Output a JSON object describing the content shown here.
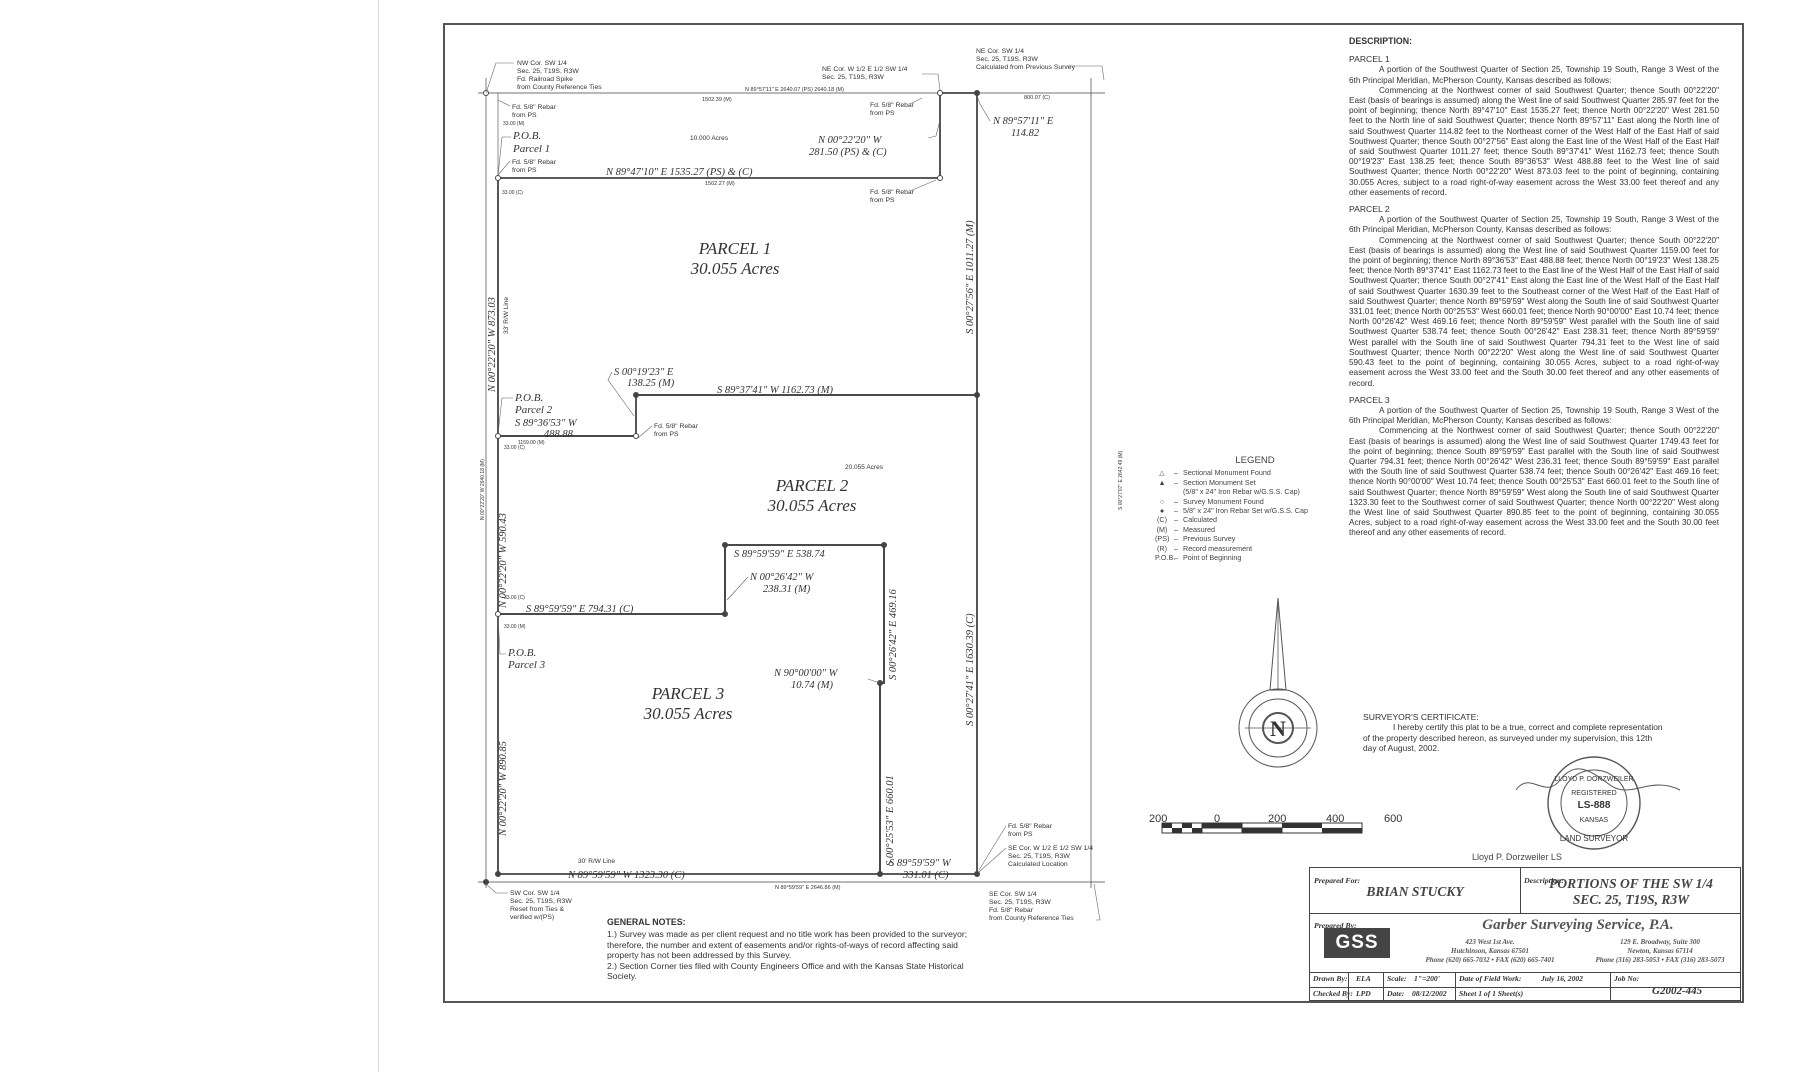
{
  "plat": {
    "parcels": [
      {
        "title": "PARCEL 1",
        "acres": "30.055 Acres"
      },
      {
        "title": "PARCEL 2",
        "acres": "30.055 Acres"
      },
      {
        "title": "PARCEL 3",
        "acres": "30.055 Acres"
      }
    ],
    "pob": [
      {
        "label": "P.O.B.",
        "parcel": "Parcel 1"
      },
      {
        "label": "P.O.B.",
        "parcel": "Parcel 2"
      },
      {
        "label": "P.O.B.",
        "parcel": "Parcel 3"
      }
    ],
    "bearings": {
      "p1_south": "N 89°47'10\" E  1535.27 (PS) & (C)",
      "p1_ne_n": "N 00°22'20\" W",
      "p1_ne_n_dist": "281.50 (PS) & (C)",
      "ne_east": "N 89°57'11\" E",
      "ne_east_dist": "114.82",
      "east_1011": "S 00°27'56\" E  1011.27 (M)",
      "west_873": "N 00°22'20\" W  873.03",
      "p2_jog": "S 00°19'23\" E",
      "p2_jog_dist": "138.25 (M)",
      "p2_north": "S 89°37'41\" W   1162.73 (M)",
      "p2_west": "S 89°36'53\" W",
      "p2_west_dist": "488.88",
      "west_590": "N 00°22'20\" W  590.43",
      "p3_top": "S 89°59'59\" E   538.74",
      "p3_jog": "N 00°26'42\" W",
      "p3_jog_dist": "238.31 (M)",
      "p3_left": "S 89°59'59\" E   794.31 (C)",
      "p3_right_vert": "S 00°26'42\" E  469.16",
      "p3_small": "N 90°00'00\" W",
      "p3_small_dist": "10.74 (M)",
      "east_1630": "S 00°27'41\" E  1630.39 (C)",
      "p3_east_660": "S 00°25'53\" E  660.01",
      "west_890": "N 00°22'20\" W  890.85",
      "south_1323": "N 89°59'59\" W   1323.30 (C)",
      "south_331_b": "S 89°59'59\" W",
      "south_331": "331.01 (C)",
      "north_top": "N 89°57'11\" E  2640.07 (PS) 2640.18 (M)",
      "south_bottom": "N 89°59'59\" E  2646.86 (M)",
      "top_1502": "1502.39 (M)",
      "top_1502b": "1502.27 (M)",
      "ne_0807": "800.07 (C)",
      "w_1159": "1159.00 (M)",
      "r_2642": "S 00°27'07\" E  2642.49 (M)",
      "l_2640": "N 00°22'20\" W  2640.18 (M)",
      "p2_ft": "20.055 Acres",
      "p1_ft": "10.000 Acres"
    },
    "corners": {
      "nw": [
        "NW Cor. SW 1/4",
        "Sec. 25, T19S, R3W",
        "Fd. Railroad Spike",
        "from County Reference Ties"
      ],
      "ne_w": [
        "NE Cor. W 1/2 E 1/2 SW 1/4",
        "Sec. 25, T19S, R3W"
      ],
      "ne": [
        "NE Cor. SW 1/4",
        "Sec. 25, T19S, R3W",
        "Calculated from Previous Survey"
      ],
      "sw": [
        "SW Cor. SW 1/4",
        "Sec. 25, T19S, R3W",
        "Reset from Ties &",
        "verified w/(PS)"
      ],
      "se": [
        "SE Cor. SW 1/4",
        "Sec. 25, T19S, R3W",
        "Fd. 5/8\" Rebar",
        "from County Reference Ties"
      ],
      "se_w": [
        "SE Cor. W 1/2 E 1/2 SW 1/4",
        "Sec. 25, T19S, R3W",
        "Calculated Location"
      ]
    },
    "rebar": {
      "fd": "Fd. 5/8\" Rebar",
      "from_ps": "from PS"
    },
    "rw_line": "33' R/W Line",
    "rw_line_30": "30' R/W Line",
    "small_33": "33.00 (C)",
    "small_33m": "33.00 (M)",
    "scale": {
      "ticks": [
        "200",
        "0",
        "200",
        "400",
        "600"
      ]
    },
    "north_letter": "N"
  },
  "legend": {
    "title": "LEGEND",
    "items": [
      {
        "sym": "△",
        "text": "Sectional Monument Found"
      },
      {
        "sym": "▲",
        "text": "Section Monument Set"
      },
      {
        "sym": "",
        "text": "(5/8\" x 24\" Iron Rebar w/G.S.S. Cap)"
      },
      {
        "sym": "○",
        "text": "Survey Monument Found"
      },
      {
        "sym": "●",
        "text": "5/8\" x 24\" Iron Rebar Set w/G.S.S. Cap"
      },
      {
        "sym": "(C)",
        "text": "Calculated"
      },
      {
        "sym": "(M)",
        "text": "Measured"
      },
      {
        "sym": "(PS)",
        "text": "Previous Survey"
      },
      {
        "sym": "(R)",
        "text": "Record measurement"
      },
      {
        "sym": "P.O.B.",
        "text": "Point of Beginning"
      }
    ]
  },
  "description": {
    "title": "DESCRIPTION:",
    "parcels": [
      {
        "head": "PARCEL 1",
        "body": "A portion of the Southwest Quarter of Section 25, Township 19 South, Range 3 West of the 6th Principal Meridian, McPherson County, Kansas described as follows:",
        "body2": "Commencing at the Northwest corner of said Southwest Quarter; thence South 00°22'20\" East (basis of bearings is assumed) along the West line of said Southwest Quarter 285.97 feet for the point of beginning; thence North 89°47'10\" East 1535.27 feet; thence North 00°22'20\" West 281.50 feet to the North line of said Southwest Quarter; thence North 89°57'11\" East along the North line of said Southwest Quarter 114.82 feet to the Northeast corner of the West Half of the East Half of said Southwest Quarter; thence South 00°27'56\" East along the East line of the West Half of the East Half of said Southwest Quarter 1011.27 feet; thence South 89°37'41\" West 1162.73 feet; thence South 00°19'23\" East 138.25 feet; thence South 89°36'53\" West 488.88 feet to the West line of said Southwest Quarter; thence North 00°22'20\" West 873.03 feet to the point of beginning, containing 30.055 Acres, subject to a road right-of-way easement across the West 33.00 feet thereof and any other easements of record."
      },
      {
        "head": "PARCEL 2",
        "body": "A portion of the Southwest Quarter of Section 25, Township 19 South, Range 3 West of the 6th Principal Meridian, McPherson County, Kansas described as follows:",
        "body2": "Commencing at the Northwest corner of said Southwest Quarter; thence South 00°22'20\" East (basis of bearings is assumed) along the West line of said Southwest Quarter 1159.00 feet for the point of beginning; thence North 89°36'53\" East 488.88 feet; thence North 00°19'23\" West 138.25 feet; thence North 89°37'41\" East 1162.73 feet to the East line of the West Half of the East Half of said Southwest Quarter; thence South 00°27'41\" East along the East line of the West Half of the East Half of said Southwest Quarter 1630.39 feet to the Southeast corner of the West Half of the East Half of said Southwest Quarter; thence North 89°59'59\" West along the South line of said Southwest Quarter 331.01 feet; thence North 00°25'53\" West 660.01 feet; thence North 90°00'00\" East 10.74 feet; thence North 00°26'42\" West 469.16 feet; thence North 89°59'59\" West parallel with the South line of said Southwest Quarter 538.74 feet; thence South 00°26'42\" East 238.31 feet; thence North 89°59'59\" West parallel with the South line of said Southwest Quarter 794.31 feet to the West line of said Southwest Quarter; thence North 00°22'20\" West along the West line of said Southwest Quarter 590.43 feet to the point of beginning, containing 30.055 Acres, subject to a road right-of-way easement across the West 33.00 feet and the South 30.00 feet thereof and any other easements of record."
      },
      {
        "head": "PARCEL 3",
        "body": "A portion of the Southwest Quarter of Section 25, Township 19 South, Range 3 West of the 6th Principal Meridian, McPherson County, Kansas described as follows:",
        "body2": "Commencing at the Northwest corner of said Southwest Quarter; thence South 00°22'20\" East (basis of bearings is assumed) along the West line of said Southwest Quarter 1749.43 feet for the point of beginning; thence South 89°59'59\" East parallel with the South line of said Southwest Quarter 794.31 feet; thence North 00°26'42\" West 236.31 feet; thence South 89°59'59\" East parallel with the South line of said Southwest Quarter 538.74 feet; thence South 00°26'42\" East 469.16 feet; thence North 90°00'00\" West 10.74 feet; thence South 00°25'53\" East 660.01 feet to the South line of said Southwest Quarter; thence North 89°59'59\" West along the South line of said Southwest Quarter 1323.30 feet to the Southwest corner of said Southwest Quarter; thence North 00°22'20\" West along the West line of said Southwest Quarter 890.85 feet to the point of beginning, containing 30.055 Acres, subject to a road right-of-way easement across the West 33.00 feet and the South 30.00 feet thereof and any other easements of record."
      }
    ]
  },
  "certificate": {
    "title": "SURVEYOR'S CERTIFICATE:",
    "body": "I hereby certify this plat to be a true, correct and complete representation of the property described hereon, as surveyed under my supervision, this 12th day of August, 2002."
  },
  "seal": {
    "name": "LLOYD P. DORZWEILER",
    "reg": "REGISTERED",
    "num": "LS-888",
    "state": "KANSAS",
    "role": "LAND SURVEYOR"
  },
  "surveyor_name": "Lloyd P. Dorzweiler  LS",
  "notes": {
    "title": "GENERAL NOTES:",
    "items": [
      "1.) Survey was made as per client request and no title work has been provided to the surveyor; therefore, the number and extent of easements and/or rights-of-ways of record affecting said property has not been addressed by this Survey.",
      "2.) Section Corner ties filed with County Engineers Office and with the Kansas State Historical Society."
    ]
  },
  "titleblock": {
    "prepared_for_label": "Prepared For:",
    "client": "BRIAN STUCKY",
    "description_label": "Description:",
    "desc1": "PORTIONS OF THE SW 1/4",
    "desc2": "SEC. 25, T19S, R3W",
    "prepared_by_label": "Prepared By:",
    "logo": "GSS",
    "firm": "Garber Surveying Service, P.A.",
    "addr1": [
      "423 West 1st Ave.",
      "Hutchinson, Kansas 67501",
      "Phone (620) 665-7032 • FAX (620) 665-7401"
    ],
    "addr2": [
      "129 E. Broadway, Suite 300",
      "Newton, Kansas 67114",
      "Phone (316) 283-5053 • FAX (316) 283-5073"
    ],
    "drawn_by_label": "Drawn By:",
    "drawn_by": "ELA",
    "scale_label": "Scale:",
    "scale": "1\"=200'",
    "field_label": "Date of Field Work:",
    "field": "July 16, 2002",
    "job_label": "Job No:",
    "job": "G2002-445",
    "checked_label": "Checked By:",
    "checked": "LPD",
    "date_label": "Date:",
    "date": "08/12/2002",
    "sheet": "Sheet 1 of 1 Sheet(s)"
  }
}
